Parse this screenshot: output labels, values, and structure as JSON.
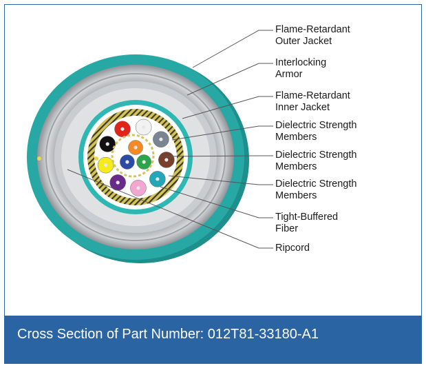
{
  "labels": [
    {
      "id": "outer-jacket",
      "text": "Flame-Retardant\nOuter Jacket"
    },
    {
      "id": "armor",
      "text": "Interlocking\nArmor"
    },
    {
      "id": "inner-jacket",
      "text": "Flame-Retardant\nInner Jacket"
    },
    {
      "id": "strength-1",
      "text": "Dielectric Strength\nMembers"
    },
    {
      "id": "strength-2",
      "text": "Dielectric Strength\nMembers"
    },
    {
      "id": "strength-3",
      "text": "Dielectric Strength\nMembers"
    },
    {
      "id": "tight-buffered",
      "text": "Tight-Buffered\nFiber"
    },
    {
      "id": "ripcord",
      "text": "Ripcord"
    }
  ],
  "caption": "Cross Section of Part Number: 012T81-33180-A1",
  "colors": {
    "frame_border": "#2a64a3",
    "caption_bg": "#2a64a3",
    "outer_jacket": "#27a8a5",
    "inner_jacket": "#2fb7b4",
    "armor": "#b8bcc0",
    "aramid": "#c8b24a"
  },
  "fibers": [
    {
      "color": "white",
      "hex": "#f2f2f2"
    },
    {
      "color": "gray",
      "hex": "#7a8592"
    },
    {
      "color": "brown",
      "hex": "#7a3f2c"
    },
    {
      "color": "aqua",
      "hex": "#21a7b8"
    },
    {
      "color": "rose",
      "hex": "#f3a6cf"
    },
    {
      "color": "violet",
      "hex": "#6a2a8c"
    },
    {
      "color": "yellow",
      "hex": "#f4ea1c"
    },
    {
      "color": "black",
      "hex": "#111111"
    },
    {
      "color": "red",
      "hex": "#e2231a"
    },
    {
      "color": "orange",
      "hex": "#f58a24"
    },
    {
      "color": "green",
      "hex": "#2aa54a"
    },
    {
      "color": "blue",
      "hex": "#2b4aa5"
    }
  ]
}
